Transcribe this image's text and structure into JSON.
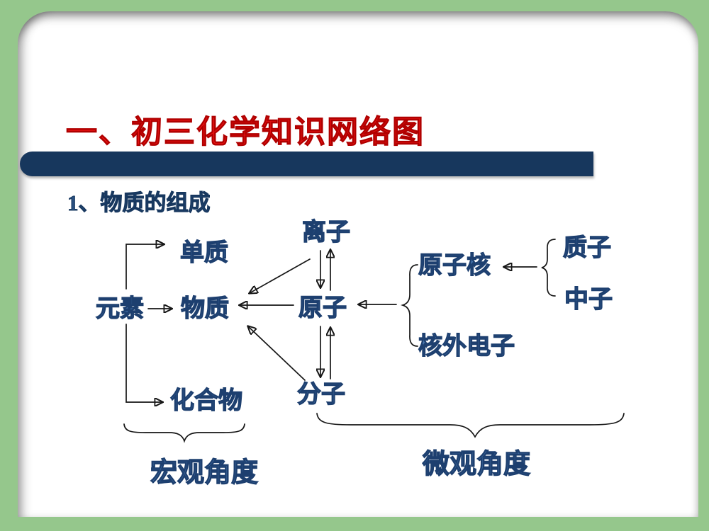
{
  "slide": {
    "title": "一、初三化学知识网络图",
    "section_heading": "1、物质的组成",
    "colors": {
      "frame_green": "#95c78c",
      "panel_white": "#ffffff",
      "title_red": "#ee1414",
      "bar_navy": "#17375d",
      "node_blue": "#2f5e96",
      "connector_black": "#161616"
    }
  },
  "diagram": {
    "nodes": {
      "yuansu": {
        "label": "元素"
      },
      "wuzhi": {
        "label": "物质"
      },
      "danzhi": {
        "label": "单质"
      },
      "huahewu": {
        "label": "化合物"
      },
      "lizi": {
        "label": "离子"
      },
      "yuanzi": {
        "label": "原子"
      },
      "fenzi": {
        "label": "分子"
      },
      "yuanzihe": {
        "label": "原子核"
      },
      "hewaidianzi": {
        "label": "核外电子"
      },
      "zhizi": {
        "label": "质子"
      },
      "zhongzi": {
        "label": "中子"
      }
    },
    "group_labels": {
      "hongguan": {
        "label": "宏观角度",
        "covers": [
          "单质",
          "化合物"
        ]
      },
      "weiguan": {
        "label": "微观角度",
        "covers": [
          "离子",
          "原子",
          "分子"
        ]
      }
    },
    "edges": [
      {
        "from": "元素",
        "to": "物质",
        "type": "arrow"
      },
      {
        "from": "元素",
        "to": "单质",
        "type": "arrow"
      },
      {
        "from": "元素",
        "to": "化合物",
        "type": "arrow"
      },
      {
        "between": [
          "离子",
          "原子"
        ],
        "type": "double-arrow"
      },
      {
        "between": [
          "原子",
          "分子"
        ],
        "type": "double-arrow"
      },
      {
        "from": "离子",
        "to": "物质",
        "type": "arrow"
      },
      {
        "from": "原子",
        "to": "物质",
        "type": "arrow"
      },
      {
        "from": "分子",
        "to": "物质",
        "type": "arrow"
      },
      {
        "from_group": [
          "质子",
          "中子"
        ],
        "to": "原子核",
        "type": "brace-arrow"
      },
      {
        "from_group": [
          "原子核",
          "核外电子"
        ],
        "to": "原子",
        "type": "brace-arrow"
      }
    ]
  }
}
